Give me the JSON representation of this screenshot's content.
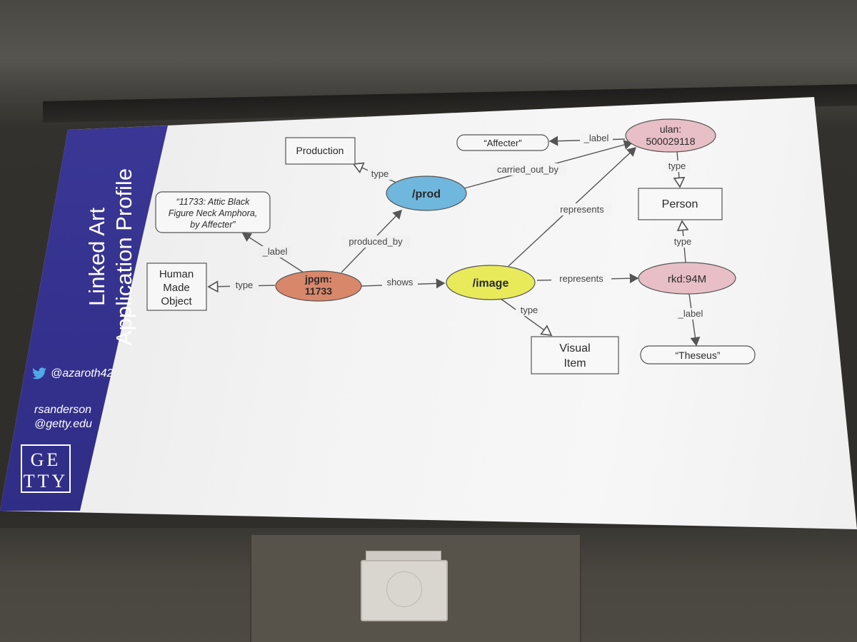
{
  "sidebar": {
    "title_line1": "Linked Art",
    "title_line2": "Application Profile",
    "twitter_handle": "@azaroth42",
    "email_line1": "rsanderson",
    "email_line2": "@getty.edu",
    "logo_text": "GETTY"
  },
  "diagram": {
    "nodes": {
      "production": "Production",
      "prod": "/prod",
      "title_literal_1": "“11733: Attic Black",
      "title_literal_2": "Figure Neck Amphora,",
      "title_literal_3": "by Affecter”",
      "human_made_object_1": "Human",
      "human_made_object_2": "Made",
      "human_made_object_3": "Object",
      "jpgm_1": "jpgm:",
      "jpgm_2": "11733",
      "image": "/image",
      "visual_item_1": "Visual",
      "visual_item_2": "Item",
      "affecter": "“Affecter”",
      "ulan_1": "ulan:",
      "ulan_2": "500029118",
      "person": "Person",
      "rkd": "rkd:94M",
      "theseus": "“Theseus”"
    },
    "edges": {
      "prod_type": "type",
      "carried_out_by": "carried_out_by",
      "ulan_label": "_label",
      "ulan_type": "type",
      "produced_by": "produced_by",
      "jpgm_label": "_label",
      "jpgm_type": "type",
      "shows": "shows",
      "image_represents_ulan": "represents",
      "image_represents_rkd": "represents",
      "image_type": "type",
      "rkd_type": "type",
      "rkd_label": "_label"
    },
    "colors": {
      "prod": "#6fb7dd",
      "jpgm": "#d9876a",
      "image": "#e8ea5a",
      "ulan": "#e8bfc6",
      "rkd": "#e8bfc6"
    }
  }
}
